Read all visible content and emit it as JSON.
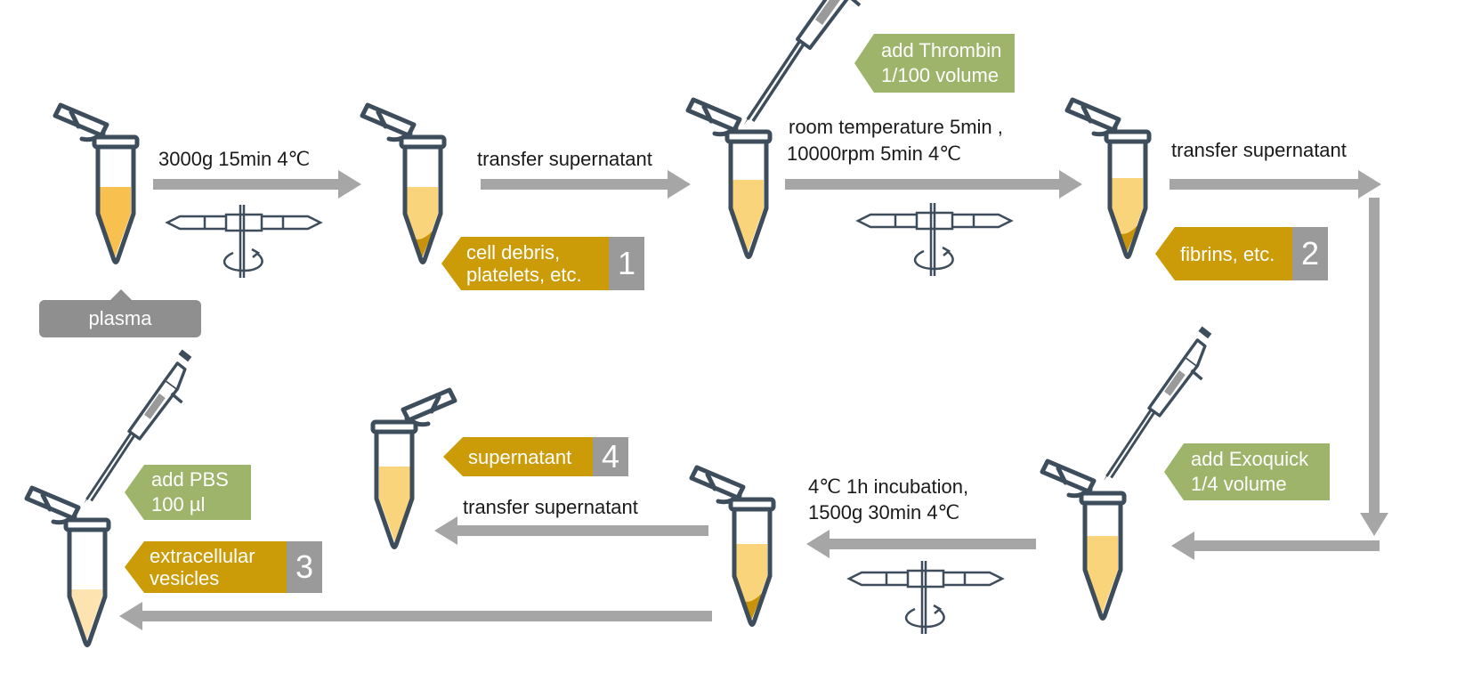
{
  "colors": {
    "tube_outline": "#3e4d5c",
    "liquid_1": "#f8c04e",
    "liquid_2": "#f9d47a",
    "liquid_3": "#fde3b0",
    "pellet": "#c8920a",
    "arrow": "#a6a6a6",
    "tag_gold": "#cc9b08",
    "tag_num_grey": "#9a9a9a",
    "reagent_green": "#9db46a",
    "plasma_grey": "#8f8f8f"
  },
  "labels": {
    "plasma": "plasma",
    "step1": "3000g 15min  4℃",
    "step2": "transfer supernatant",
    "step3_line1": "room temperature 5min ,",
    "step3_line2": "10000rpm 5min 4℃",
    "step4": "transfer supernatant",
    "step5_line1": "4℃  1h incubation,",
    "step5_line2": "1500g 30min 4℃",
    "step6": "transfer supernatant"
  },
  "tags": {
    "t1_line1": "cell debris,",
    "t1_line2": "platelets, etc.",
    "t1_num": "1",
    "t2_line1": "fibrins, etc.",
    "t2_num": "2",
    "t3_line1": "extracellular",
    "t3_line2": "vesicles",
    "t3_num": "3",
    "t4_line1": "supernatant",
    "t4_num": "4"
  },
  "reagents": {
    "thrombin_line1": "add Thrombin",
    "thrombin_line2": "1/100 volume",
    "exoquick_line1": "add Exoquick",
    "exoquick_line2": "1/4 volume",
    "pbs_line1": "add PBS",
    "pbs_line2": "100 µl"
  }
}
